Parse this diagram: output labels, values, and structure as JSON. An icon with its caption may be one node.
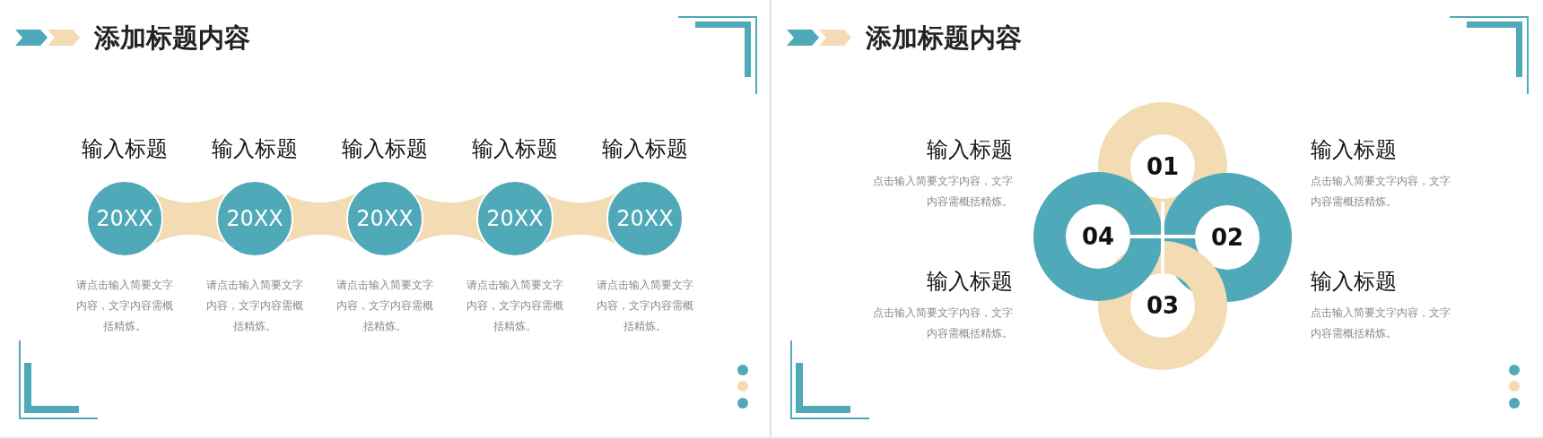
{
  "diagram": {
    "title": "添加标题内容",
    "nodes": [
      {
        "text": [
          "20XX"
        ],
        "beside": [
          "输入标题",
          "请点击输入简要文字内容，文字内容需概括精炼。"
        ]
      },
      {
        "text": [
          "20XX"
        ],
        "beside": [
          "输入标题",
          "请点击输入简要文字内容，文字内容需概括精炼。"
        ]
      },
      {
        "text": [
          "20XX"
        ],
        "beside": [
          "输入标题",
          "请点击输入简要文字内容，文字内容需概括精炼。"
        ]
      },
      {
        "text": [
          "20XX"
        ],
        "beside": [
          "输入标题",
          "请点击输入简要文字内容，文字内容需概括精炼。"
        ]
      },
      {
        "text": [
          "20XX"
        ],
        "beside": [
          "输入标题",
          "请点击输入简要文字内容，文字内容需概括精炼。"
        ]
      },
      {
        "text": [
          "01"
        ]
      },
      {
        "text": [
          "04"
        ]
      },
      {
        "text": [
          "02"
        ]
      },
      {
        "text": [
          "03"
        ]
      }
    ],
    "edges": [
      {
        "from": 0,
        "to": 1,
        "arrow": "none"
      },
      {
        "from": 1,
        "to": 2,
        "arrow": "none"
      },
      {
        "from": 2,
        "to": 3,
        "arrow": "none"
      },
      {
        "from": 3,
        "to": 4,
        "arrow": "none"
      }
    ],
    "labels": [
      "添加标题内容",
      "输入标题",
      "点击输入简要文字内容，文字内容需概括精炼。",
      "输入标题",
      "点击输入简要文字内容，文字内容需概括精炼。",
      "输入标题",
      "点击输入简要文字内容，文字内容需概括精炼。",
      "输入标题",
      "点击输入简要文字内容，文字内容需概括精炼。"
    ]
  }
}
